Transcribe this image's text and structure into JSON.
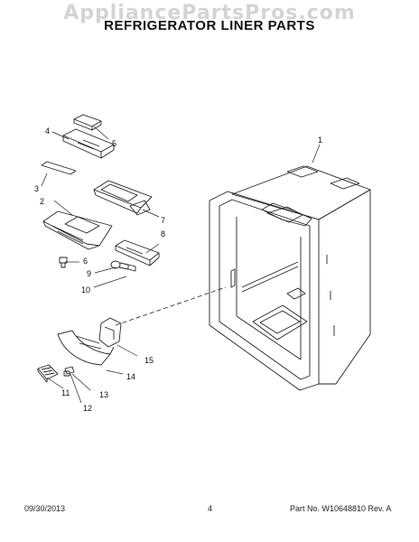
{
  "watermark": "AppliancePartsPros.com",
  "title": "REFRIGERATOR LINER PARTS",
  "callouts": [
    "1",
    "2",
    "3",
    "4",
    "5",
    "6",
    "7",
    "8",
    "9",
    "10",
    "11",
    "12",
    "13",
    "14",
    "15"
  ],
  "footer": {
    "date": "09/30/2013",
    "page": "4",
    "part_rev": "Part No.  W10648810  Rev.  A"
  }
}
